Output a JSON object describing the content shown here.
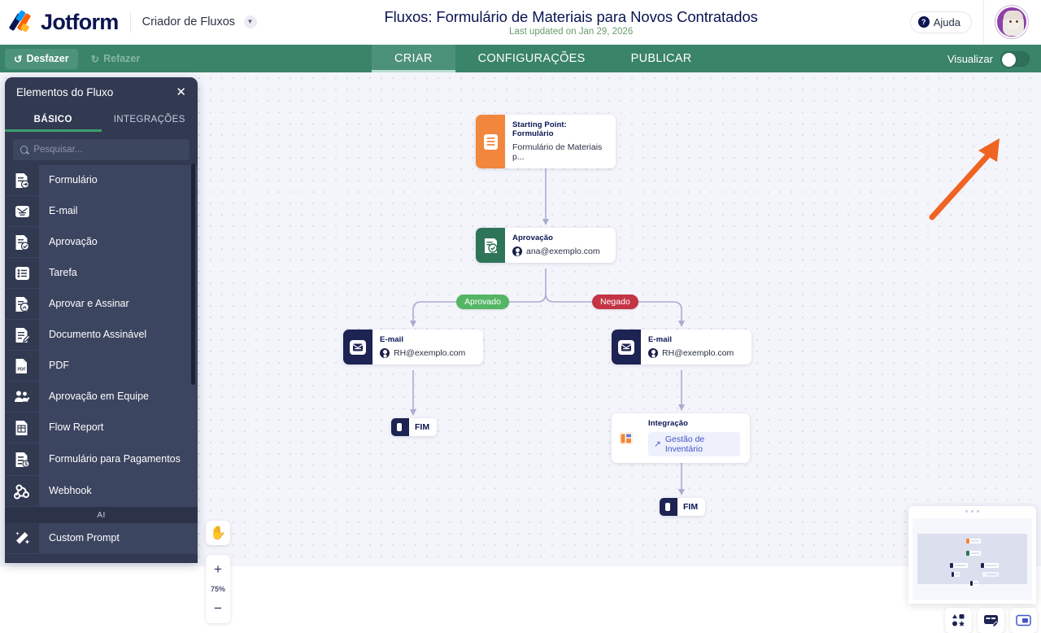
{
  "app": {
    "brand": "Jotform",
    "product": "Criador de Fluxos",
    "title": "Fluxos: Formulário de Materiais para Novos Contratados",
    "subtitle": "Last updated on Jan 29, 2026",
    "help_label": "Ajuda"
  },
  "toolbar": {
    "undo_label": "Desfazer",
    "redo_label": "Refazer",
    "tabs": [
      {
        "label": "CRIAR",
        "selected": true
      },
      {
        "label": "CONFIGURAÇÕES",
        "selected": false
      },
      {
        "label": "PUBLICAR",
        "selected": false
      }
    ],
    "preview_label": "Visualizar",
    "preview_on": true
  },
  "panel": {
    "title": "Elementos do Fluxo",
    "close_icon": "close-icon",
    "tabs": [
      {
        "label": "BÁSICO",
        "active": true
      },
      {
        "label": "INTEGRAÇÕES",
        "active": false
      }
    ],
    "search_placeholder": "Pesquisar...",
    "search_value": "",
    "section_ai": "AI",
    "items": [
      {
        "label": "Formulário",
        "icon": "form-icon"
      },
      {
        "label": "E-mail",
        "icon": "email-icon"
      },
      {
        "label": "Aprovação",
        "icon": "approval-icon"
      },
      {
        "label": "Tarefa",
        "icon": "task-icon"
      },
      {
        "label": "Aprovar e Assinar",
        "icon": "approve-sign-icon"
      },
      {
        "label": "Documento Assinável",
        "icon": "signable-document-icon"
      },
      {
        "label": "PDF",
        "icon": "pdf-icon"
      },
      {
        "label": "Aprovação em Equipe",
        "icon": "team-approval-icon"
      },
      {
        "label": "Flow Report",
        "icon": "report-icon"
      },
      {
        "label": "Formulário para Pagamentos",
        "icon": "payment-form-icon"
      },
      {
        "label": "Webhook",
        "icon": "webhook-icon"
      }
    ],
    "ai_items": [
      {
        "label": "Custom Prompt",
        "icon": "magic-wand-icon"
      }
    ]
  },
  "flow": {
    "nodes": [
      {
        "id": "start",
        "title": "Starting Point: Formulário",
        "subtitle": "Formulário de Materiais p...",
        "accent": "#f2863c"
      },
      {
        "id": "approval",
        "title": "Aprovação",
        "subtitle": "ana@exemplo.com",
        "accent": "#2e7459"
      },
      {
        "id": "email_left",
        "title": "E-mail",
        "subtitle": "RH@exemplo.com",
        "accent": "#1d2352"
      },
      {
        "id": "email_right",
        "title": "E-mail",
        "subtitle": "RH@exemplo.com",
        "accent": "#1d2352"
      },
      {
        "id": "integration",
        "title": "Integração",
        "subtitle": "Gestão de Inventário",
        "accent": "#ffffff"
      }
    ],
    "end_nodes": [
      {
        "id": "end_left",
        "label": "FIM"
      },
      {
        "id": "end_right",
        "label": "FIM"
      }
    ],
    "branch_labels": [
      {
        "id": "approved",
        "label": "Aprovado",
        "color": "#54b564"
      },
      {
        "id": "denied",
        "label": "Negado",
        "color": "#c33444"
      }
    ]
  },
  "zoom": {
    "hand_icon": "hand-icon",
    "zoom_in": "+",
    "level": "75%",
    "zoom_out": "−"
  },
  "colors": {
    "toolbar_green": "#3a8469",
    "panel_dark": "#323a52",
    "accent_orange": "#f2863c",
    "link_blue": "#4455c7"
  }
}
